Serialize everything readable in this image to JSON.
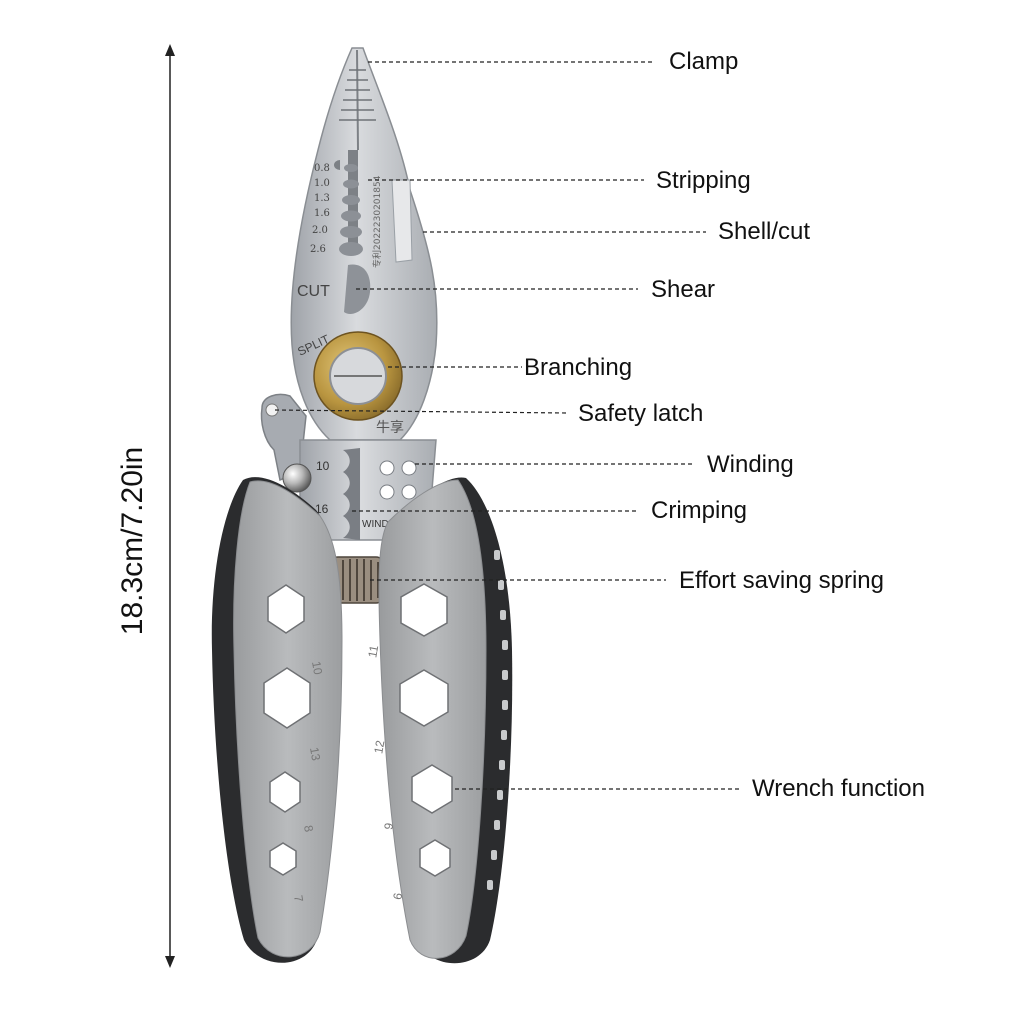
{
  "dimension": {
    "label": "18.3cm/7.20in"
  },
  "callouts": [
    {
      "id": "clamp",
      "label": "Clamp"
    },
    {
      "id": "stripping",
      "label": "Stripping"
    },
    {
      "id": "shell-cut",
      "label": "Shell/cut"
    },
    {
      "id": "shear",
      "label": "Shear"
    },
    {
      "id": "branching",
      "label": "Branching"
    },
    {
      "id": "safety-latch",
      "label": "Safety latch"
    },
    {
      "id": "winding",
      "label": "Winding"
    },
    {
      "id": "crimping",
      "label": "Crimping"
    },
    {
      "id": "spring",
      "label": "Effort saving spring"
    },
    {
      "id": "wrench",
      "label": "Wrench function"
    }
  ],
  "tool": {
    "gauge_marks": [
      "0.8",
      "1.0",
      "1.3",
      "1.6",
      "2.0",
      "2.6"
    ],
    "cut_text": "CUT",
    "split_text": "SPLIT",
    "wind_text": "WINDI",
    "brand_text": "牛享",
    "serial_text": "专利2022230201854",
    "crimp_sizes": [
      "10",
      "16"
    ],
    "left_wrench_sizes": [
      "10",
      "13",
      "8",
      "7"
    ],
    "right_wrench_sizes": [
      "11",
      "12",
      "9",
      "6"
    ]
  },
  "colors": {
    "steel": "#c2c5ca",
    "grip_gray": "#a6a8aa",
    "grip_black": "#2b2c2e",
    "brass": "#b99540",
    "line": "#222222"
  }
}
